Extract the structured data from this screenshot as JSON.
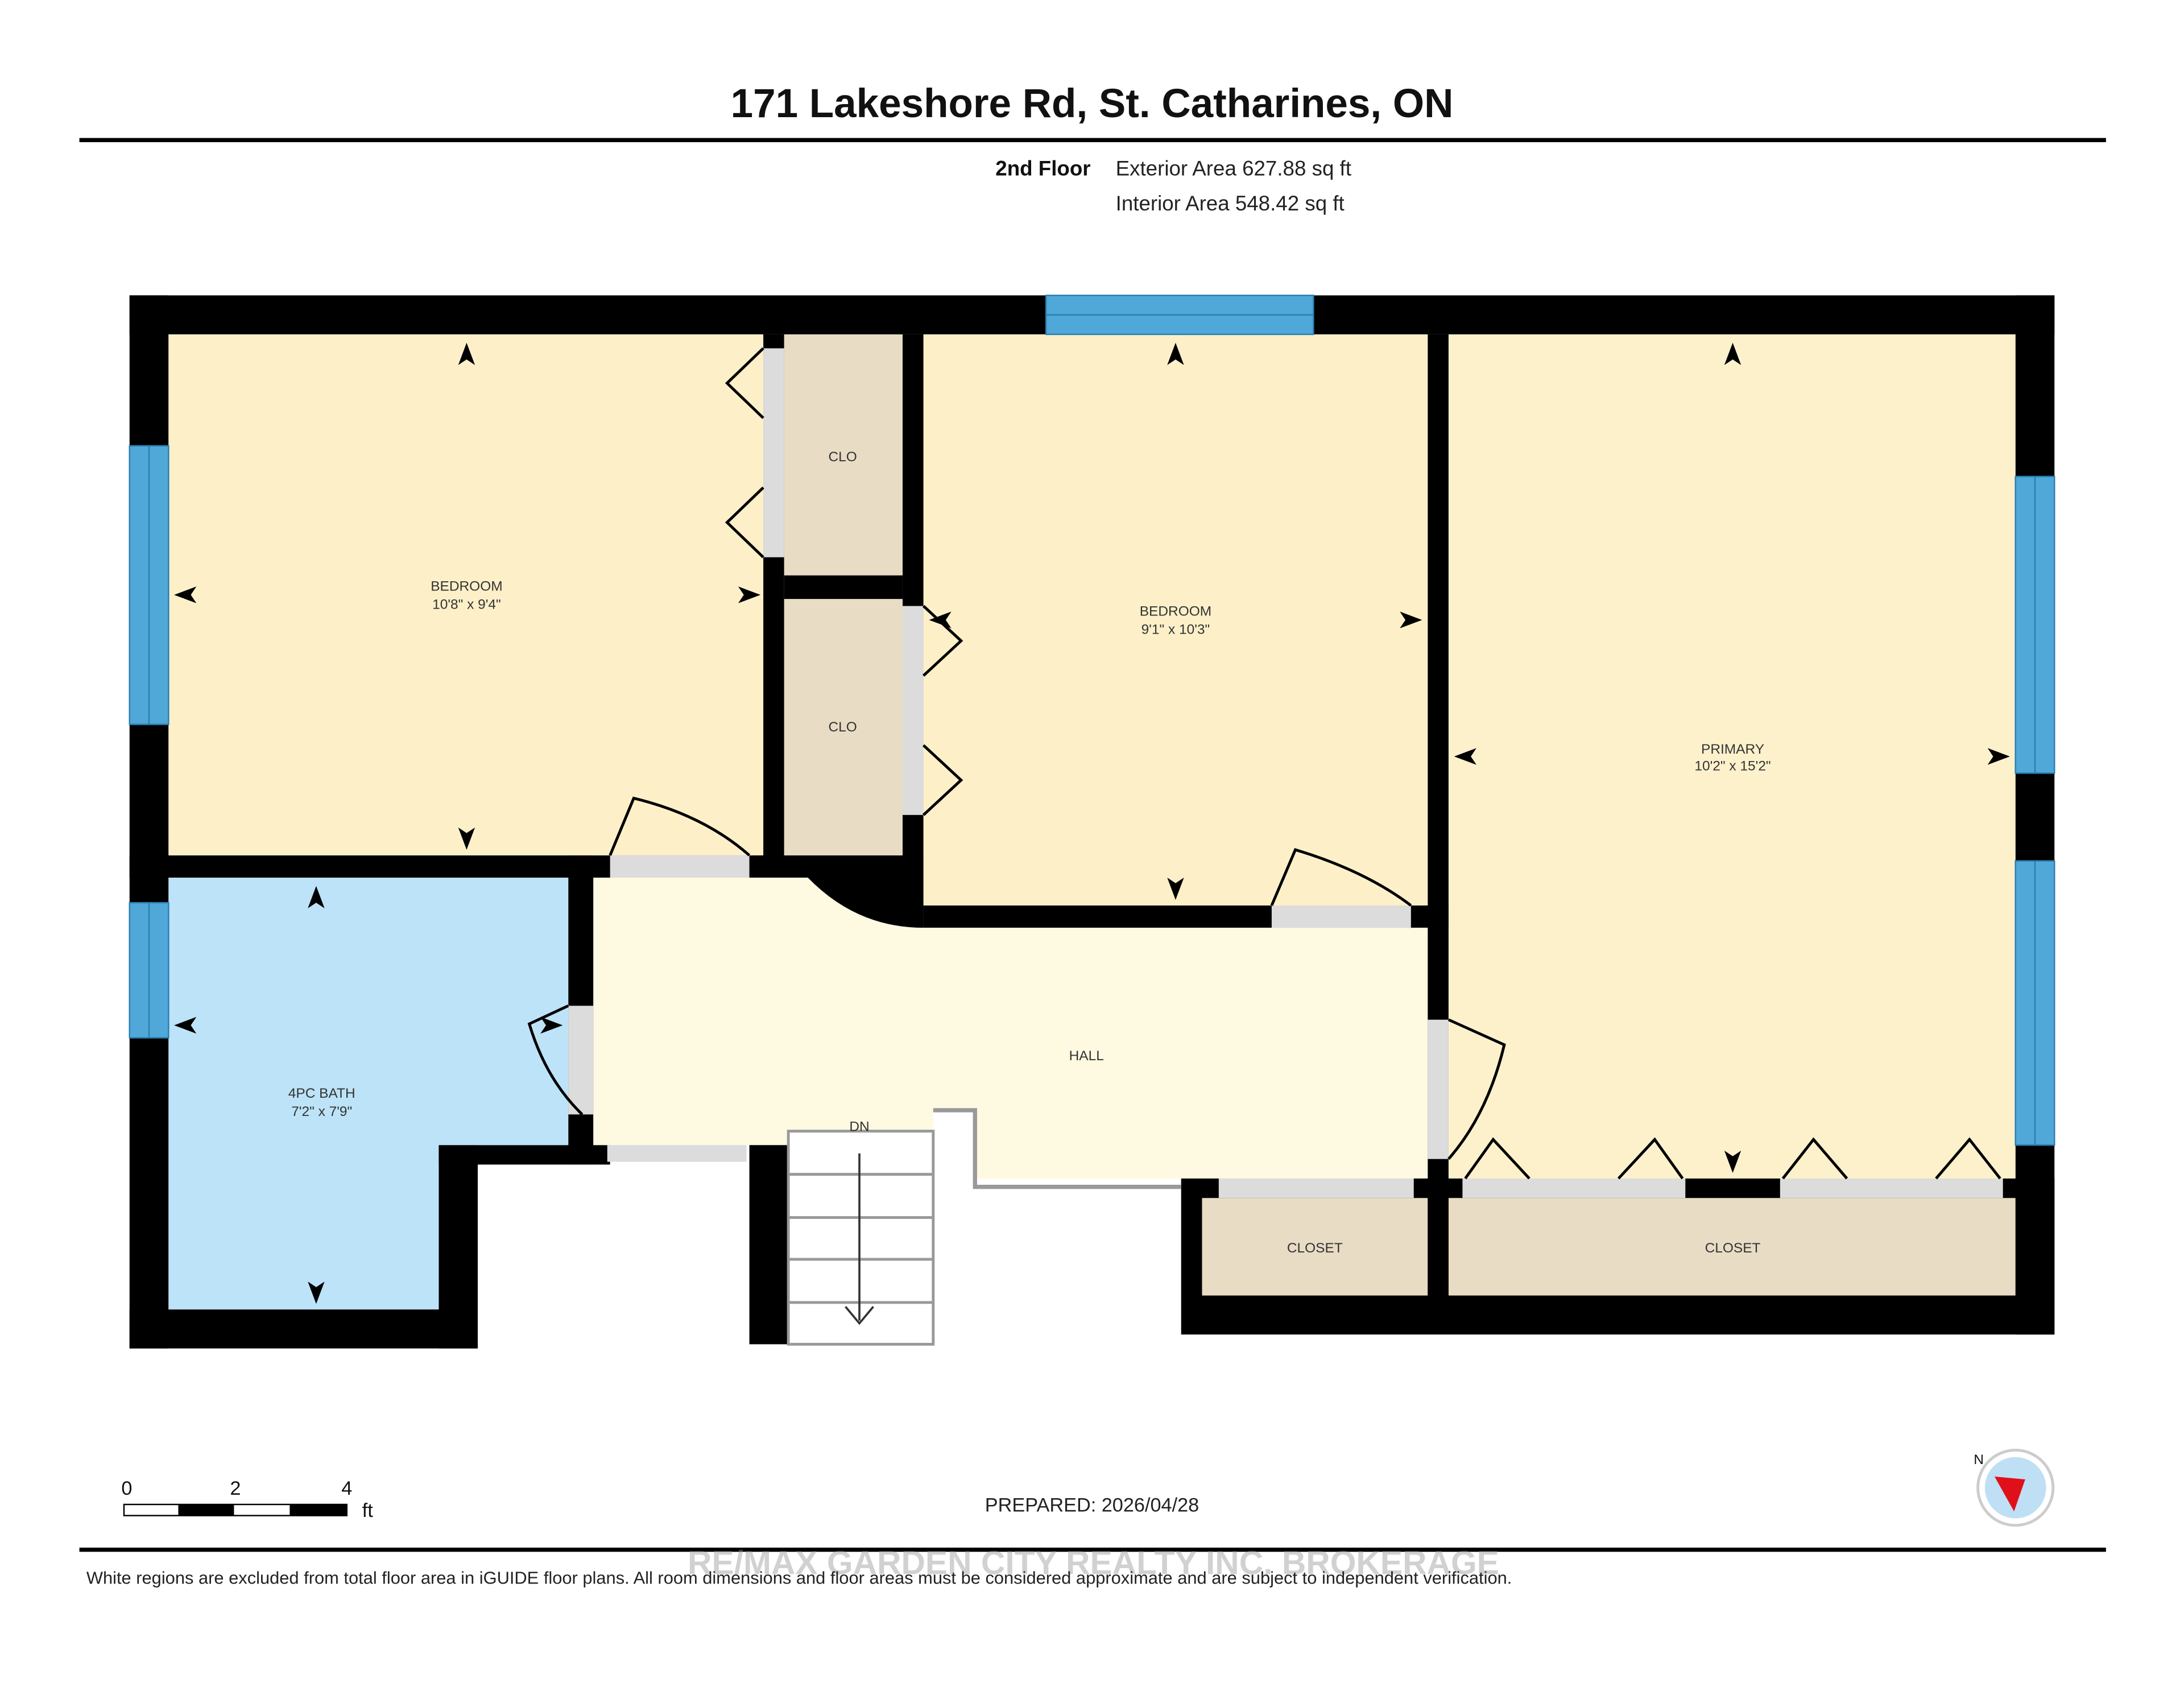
{
  "header": {
    "title": "171 Lakeshore Rd, St. Catharines, ON",
    "floor": "2nd Floor",
    "exterior_area": "Exterior Area 627.88 sq ft",
    "interior_area": "Interior Area 548.42 sq ft"
  },
  "rooms": {
    "bedroom1": {
      "name": "BEDROOM",
      "dims": "10'8\" x 9'4\""
    },
    "closet_upper": {
      "name": "CLO"
    },
    "closet_lower": {
      "name": "CLO"
    },
    "bedroom2": {
      "name": "BEDROOM",
      "dims": "9'1\" x 10'3\""
    },
    "primary": {
      "name": "PRIMARY",
      "dims": "10'2\" x 15'2\""
    },
    "bath": {
      "name": "4PC BATH",
      "dims": "7'2\" x 7'9\""
    },
    "hall": {
      "name": "HALL"
    },
    "stairs": {
      "name": "DN"
    },
    "closet_hall": {
      "name": "CLOSET"
    },
    "closet_primary": {
      "name": "CLOSET"
    }
  },
  "scale": {
    "ticks": [
      "0",
      "2",
      "4"
    ],
    "unit": "ft"
  },
  "prepared": "PREPARED: 2026/04/28",
  "compass": {
    "label": "N"
  },
  "watermark": "RE/MAX GARDEN CITY REALTY INC. BROKERAGE",
  "disclaimer": "White regions are excluded from total floor area in iGUIDE floor plans. All room dimensions and floor areas must be considered approximate and are subject to independent verification.",
  "colors": {
    "bedroom": "#fdf0c9",
    "hall": "#fef9e1",
    "bath": "#bde3f8",
    "closet": "#e8dcc5",
    "window": "#4fa8d8",
    "wall": "#000000"
  }
}
